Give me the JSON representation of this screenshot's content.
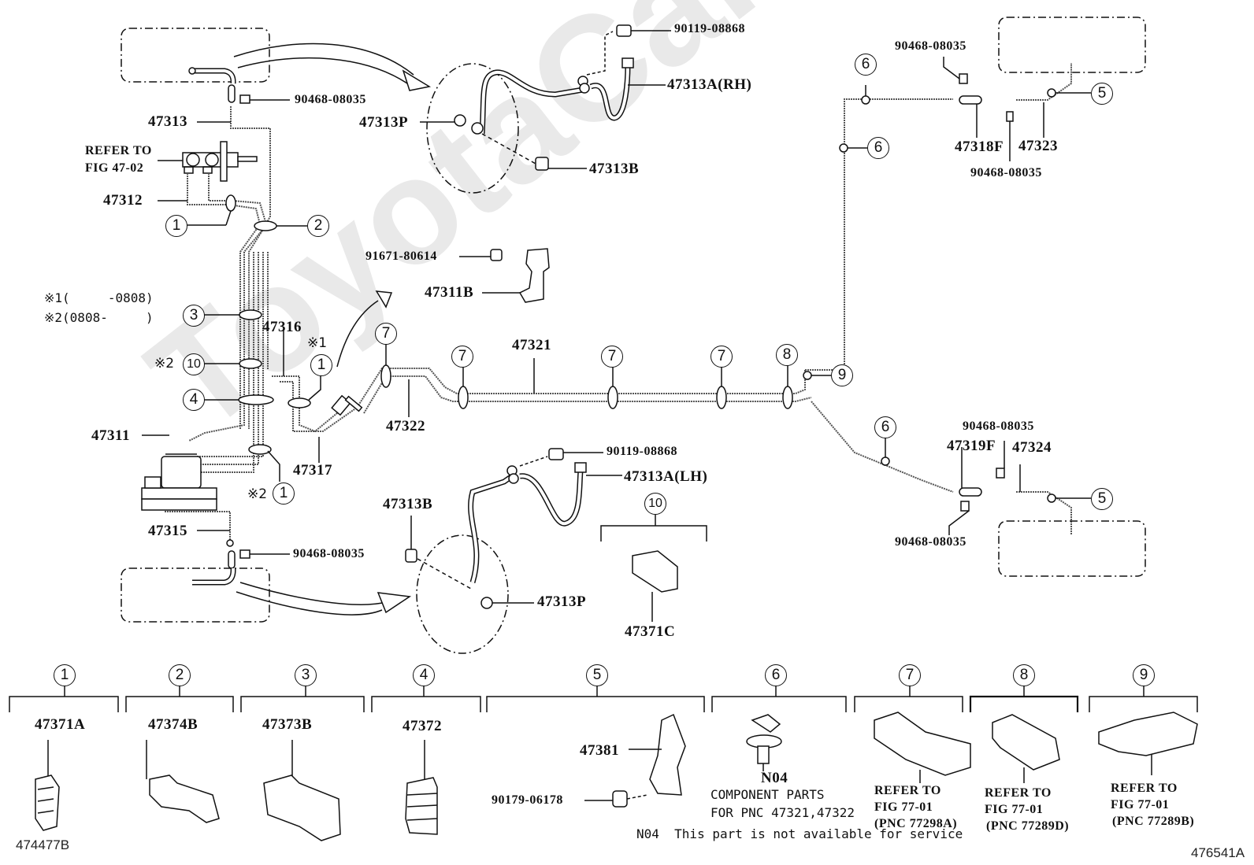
{
  "watermark": "ToyotaCarMine.ru",
  "figure_codes": {
    "bottom_left": "474477B",
    "bottom_right": "476541A"
  },
  "legend_notes": {
    "mark1": "※1(     -0808)",
    "mark2": "※2(0808-     )"
  },
  "refer_master": [
    "REFER TO",
    "FIG 47-02"
  ],
  "parts": {
    "p47313": "47313",
    "p90468_top": "90468-08035",
    "p47312": "47312",
    "p47313A_rh": "47313A(RH)",
    "p90119_top": "90119-08868",
    "p47313P_top": "47313P",
    "p47313B_top": "47313B",
    "p91671": "91671-80614",
    "p47311B": "47311B",
    "p47316": "47316",
    "p47311": "47311",
    "p47317": "47317",
    "p47322": "47322",
    "p47321": "47321",
    "p47315": "47315",
    "p90468_bot": "90468-08035",
    "p47313B_bot": "47313B",
    "p47313P_bot": "47313P",
    "p90119_bot": "90119-08868",
    "p47313A_lh": "47313A(LH)",
    "p47371C": "47371C",
    "p90468_rt1": "90468-08035",
    "p47318F": "47318F",
    "p47323": "47323",
    "p90468_rt2": "90468-08035",
    "p90468_rb1": "90468-08035",
    "p47319F": "47319F",
    "p47324": "47324",
    "p90468_rb2": "90468-08035"
  },
  "callouts": {
    "c1a": "1",
    "c2": "2",
    "c3": "3",
    "c10": "10",
    "c4": "4",
    "c1b": "1",
    "c1c": "1",
    "c7a": "7",
    "c7b": "7",
    "c7c": "7",
    "c7d": "7",
    "c8": "8",
    "c9": "9",
    "c6a": "6",
    "c6b": "6",
    "c5a": "5",
    "c6c": "6",
    "c5b": "5",
    "c10b": "10",
    "x1": "※1",
    "x2a": "※2",
    "x2b": "※2"
  },
  "clip_legend": [
    {
      "num": "1",
      "parts": [
        "47371A"
      ]
    },
    {
      "num": "2",
      "parts": [
        "47374B"
      ]
    },
    {
      "num": "3",
      "parts": [
        "47373B"
      ]
    },
    {
      "num": "4",
      "parts": [
        "47372"
      ]
    },
    {
      "num": "5",
      "parts": [
        "47381",
        "90179-06178"
      ]
    },
    {
      "num": "6",
      "parts": [
        "N04"
      ],
      "note": [
        "COMPONENT PARTS",
        "FOR PNC 47321,47322"
      ]
    },
    {
      "num": "7",
      "refer": [
        "REFER TO",
        "FIG 77-01",
        "(PNC 77298A)"
      ]
    },
    {
      "num": "8",
      "refer": [
        "REFER TO",
        "FIG 77-01",
        "(PNC 77289D)"
      ]
    },
    {
      "num": "9",
      "refer": [
        "REFER TO",
        "FIG 77-01",
        "(PNC 77289B)"
      ]
    }
  ],
  "footnote": "N04  This part is not available for service"
}
